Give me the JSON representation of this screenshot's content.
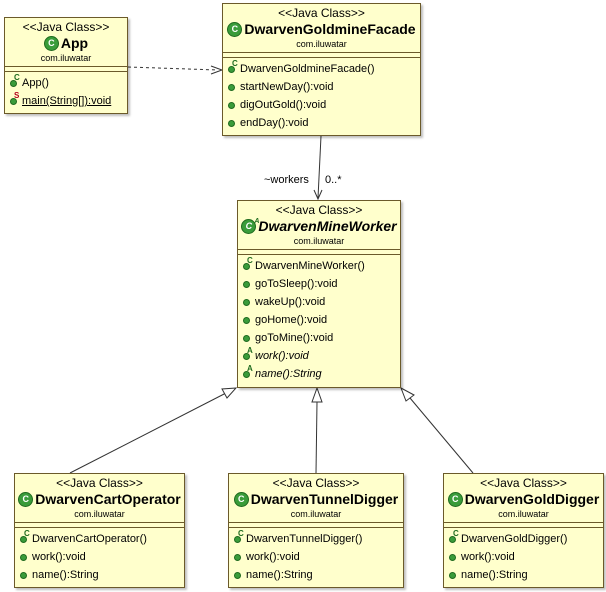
{
  "stereotype": "<<Java Class>>",
  "classes": {
    "app": {
      "name": "App",
      "package": "com.iluwatar",
      "operations": [
        {
          "text": "App()",
          "kind": "constructor"
        },
        {
          "text": "main(String[]):void",
          "kind": "static"
        }
      ]
    },
    "facade": {
      "name": "DwarvenGoldmineFacade",
      "package": "com.iluwatar",
      "operations": [
        {
          "text": "DwarvenGoldmineFacade()",
          "kind": "constructor"
        },
        {
          "text": "startNewDay():void",
          "kind": "public"
        },
        {
          "text": "digOutGold():void",
          "kind": "public"
        },
        {
          "text": "endDay():void",
          "kind": "public"
        }
      ]
    },
    "worker": {
      "name": "DwarvenMineWorker",
      "package": "com.iluwatar",
      "operations": [
        {
          "text": "DwarvenMineWorker()",
          "kind": "constructor"
        },
        {
          "text": "goToSleep():void",
          "kind": "public"
        },
        {
          "text": "wakeUp():void",
          "kind": "public"
        },
        {
          "text": "goHome():void",
          "kind": "public"
        },
        {
          "text": "goToMine():void",
          "kind": "public"
        },
        {
          "text": "work():void",
          "kind": "abstract"
        },
        {
          "text": "name():String",
          "kind": "abstract"
        }
      ]
    },
    "cart": {
      "name": "DwarvenCartOperator",
      "package": "com.iluwatar",
      "operations": [
        {
          "text": "DwarvenCartOperator()",
          "kind": "constructor"
        },
        {
          "text": "work():void",
          "kind": "public"
        },
        {
          "text": "name():String",
          "kind": "public"
        }
      ]
    },
    "tunnel": {
      "name": "DwarvenTunnelDigger",
      "package": "com.iluwatar",
      "operations": [
        {
          "text": "DwarvenTunnelDigger()",
          "kind": "constructor"
        },
        {
          "text": "work():void",
          "kind": "public"
        },
        {
          "text": "name():String",
          "kind": "public"
        }
      ]
    },
    "gold": {
      "name": "DwarvenGoldDigger",
      "package": "com.iluwatar",
      "operations": [
        {
          "text": "DwarvenGoldDigger()",
          "kind": "constructor"
        },
        {
          "text": "work():void",
          "kind": "public"
        },
        {
          "text": "name():String",
          "kind": "public"
        }
      ]
    }
  },
  "association": {
    "role": "~workers",
    "multiplicity": "0..*"
  }
}
